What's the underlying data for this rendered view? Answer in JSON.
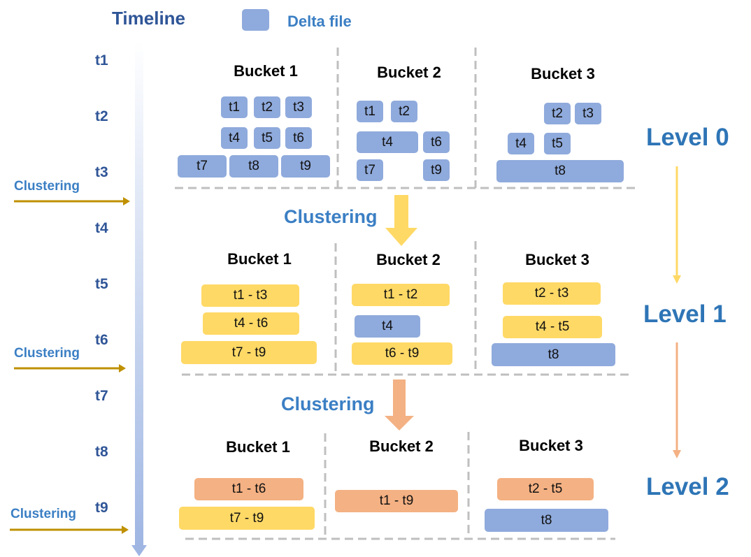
{
  "title": "Timeline",
  "legend": {
    "label": "Delta file",
    "color": "#8faadc"
  },
  "colors": {
    "blue": "#8faadc",
    "yellow": "#ffd966",
    "orange": "#f4b183",
    "gold": "#bf9000",
    "dash": "#bfbfbf"
  },
  "timeline": [
    "t1",
    "t2",
    "t3",
    "t4",
    "t5",
    "t6",
    "t7",
    "t8",
    "t9"
  ],
  "side_clustering": [
    "Clustering",
    "Clustering",
    "Clustering"
  ],
  "mid_clustering": [
    "Clustering",
    "Clustering"
  ],
  "levels": [
    "Level 0",
    "Level 1",
    "Level 2"
  ],
  "buckets": {
    "level0": [
      "Bucket 1",
      "Bucket 2",
      "Bucket 3"
    ],
    "level1": [
      "Bucket 1",
      "Bucket 2",
      "Bucket 3"
    ],
    "level2": [
      "Bucket 1",
      "Bucket 2",
      "Bucket 3"
    ]
  },
  "level0_files": {
    "bucket1": [
      "t1",
      "t2",
      "t3",
      "t4",
      "t5",
      "t6",
      "t7",
      "t8",
      "t9"
    ],
    "bucket2": [
      "t1",
      "t2",
      "t4",
      "t6",
      "t7",
      "t9"
    ],
    "bucket3": [
      "t2",
      "t3",
      "t4",
      "t5",
      "t8"
    ]
  },
  "level1_files": {
    "bucket1": [
      "t1 - t3",
      "t4 - t6",
      "t7 - t9"
    ],
    "bucket2": [
      "t1 - t2",
      "t4",
      "t6 - t9"
    ],
    "bucket3": [
      "t2 - t3",
      "t4 - t5",
      "t8"
    ]
  },
  "level2_files": {
    "bucket1": [
      "t1 - t6",
      "t7 - t9"
    ],
    "bucket2": [
      "t1 - t9"
    ],
    "bucket3": [
      "t2 - t5",
      "t8"
    ]
  }
}
